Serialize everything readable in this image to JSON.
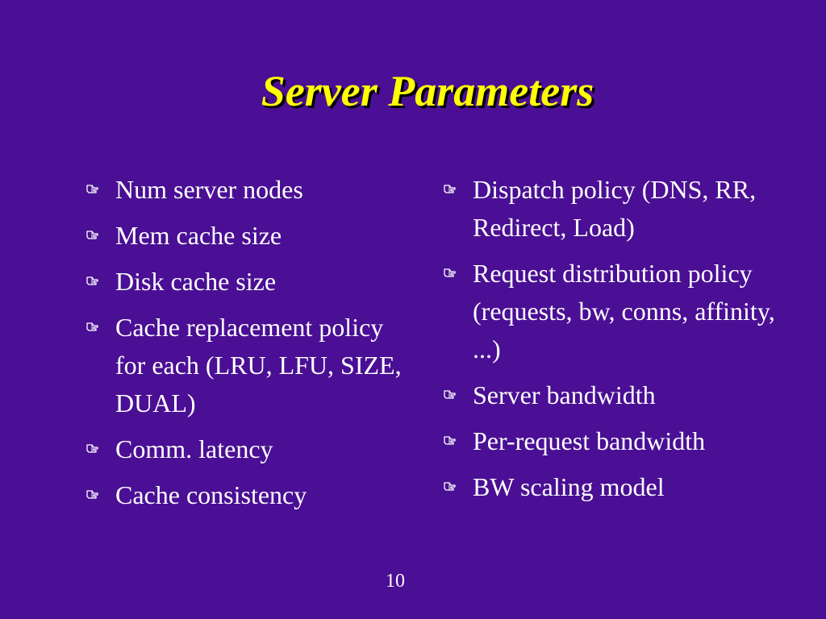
{
  "slide": {
    "title": "Server Parameters",
    "left_bullets": [
      {
        "text": "Num server nodes",
        "icon": "pointing-hand-icon"
      },
      {
        "text": "Mem cache size",
        "icon": "pointing-hand-icon"
      },
      {
        "text": "Disk cache size",
        "icon": "pointing-hand-icon"
      },
      {
        "text": "Cache replacement policy for each (LRU, LFU, SIZE, DUAL)",
        "icon": "pointing-hand-icon"
      },
      {
        "text": "Comm. latency",
        "icon": "pointing-hand-icon"
      },
      {
        "text": "Cache consistency",
        "icon": "pointing-hand-icon"
      }
    ],
    "right_bullets": [
      {
        "text": "Dispatch policy (DNS, RR, Redirect, Load)",
        "icon": "pointing-hand-icon"
      },
      {
        "text": "Request distribution policy (requests, bw, conns, affinity, ...)",
        "icon": "pointing-hand-icon"
      },
      {
        "text": "Server bandwidth",
        "icon": "pointing-hand-icon"
      },
      {
        "text": "Per-request bandwidth",
        "icon": "pointing-hand-icon"
      },
      {
        "text": "BW scaling model",
        "icon": "pointing-hand-icon"
      }
    ],
    "page_number": "10"
  },
  "colors": {
    "background": "#4a0f94",
    "title": "#ffff00",
    "title_shadow": "#000000",
    "body_text": "#ffffff"
  }
}
